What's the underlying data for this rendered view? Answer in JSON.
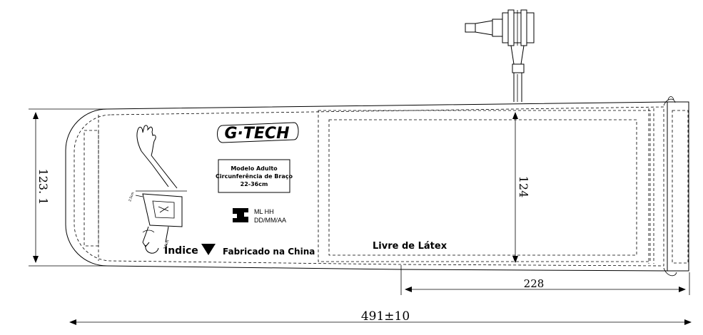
{
  "brand": {
    "logo_text": "G·TECH"
  },
  "label_box": {
    "line1": "Modelo Adulto",
    "line2": "Circunferência de Braço",
    "line3": "22-36cm"
  },
  "manufacturer": {
    "line1": "ML HH",
    "line2": "DD/MM/AA"
  },
  "index_label": "Índice",
  "made_in": "Fabricado na China",
  "latex_free": "Livre de Látex",
  "dimensions": {
    "height": "123. 1",
    "bladder_height": "124",
    "bladder_width": "228",
    "total_length": "491±10"
  },
  "arm_marking": "2.5cm",
  "colors": {
    "line": "#000000",
    "background": "#ffffff"
  }
}
